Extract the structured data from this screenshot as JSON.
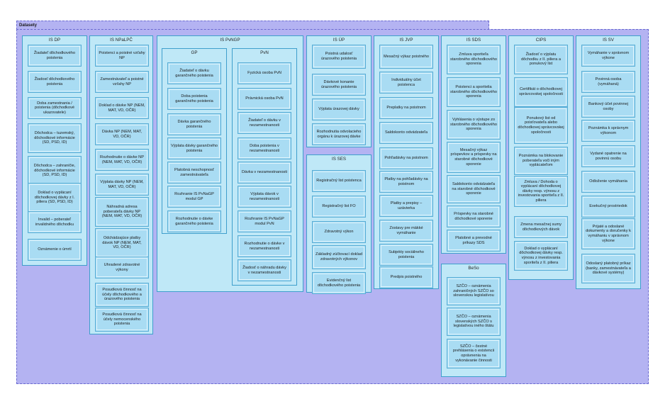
{
  "frame_title": "Datasety",
  "groups": [
    {
      "title": "IS DP",
      "items": [
        "Žiadateľ dôchodkového poistenia",
        "Žiadosť dôchodkového poistenia",
        "Doba zamestnania / poistenia (dôchodkové ukazovatele)",
        "Dôchodca – tuzemský, dôchodkové informácie (SD, PSD, ID)",
        "Dôchodca – zahraničie, dôchodkové informácie (SD, PSD, ID)",
        "Doklad o vyplácaní dôchodkovej dávky z I. piliera (SD, PSD, ID)",
        "Invalid – poberateľ invalidného dôchodku",
        "Oznámenie o úmrtí"
      ]
    },
    {
      "title": "IS NPaLPČ",
      "items": [
        "Poistenci a poistné vzťahy NP",
        "Zamestnávateľ a poistné vzťahy NP",
        "Doklad o dávke NP (NEM, MAT, VD, OČR)",
        "Dávka NP (NEM, MAT, VD, OČR)",
        "Rozhodnutie o dávke NP (NEM, MAT, VD, OČR)",
        "Výplata dávky NP (NEM, MAT, VD, OČR)",
        "Náhradná adresa poberateľa dávky NP (NEM, MAT, VD, OČR)",
        "Odchádzajúce platby dávok NP (NEM, MAT, VD, OČR)",
        "Uhradené zdravotné výkony",
        "Posudková činnosť na účely dôchodkového a úrazového poistenia",
        "Posudková činnosť na účely nemocenského poistenia"
      ]
    },
    {
      "title": "IS PvNGP",
      "subgroups": [
        {
          "title": "GP",
          "items": [
            "Žiadateľ o dávku garančného poistenia",
            "Doba poistenia garančného poistenia",
            "Dávka garančného poistenia",
            "Výplata dávky garančného poistenia",
            "Platobná neschopnosť zamestnávateľa",
            "Rozhranie IS PvNaGP modul GP",
            "Rozhodnutie o dávke garančného poistenia"
          ]
        },
        {
          "title": "PvN",
          "items": [
            "Fyzická osoba PvN",
            "Právnická osoba PvN",
            "Žiadateľ o dávku v nezamestnanosti",
            "Doba poistenia v nezamestnanosti",
            "Dávka v nezamestnanosti",
            "Výplata dávok v nezamestnanosti",
            "Rozhranie IS PvNaGP modul PvN",
            "Rozhodnutie o dávke v nezamestnanosti",
            "Žiadosť o náhradu dávky v nezamestnanosti"
          ]
        }
      ]
    },
    {
      "title": "IS ÚP",
      "items": [
        "Poistná udalosť úrazového poistenia",
        "Dávkové konanie úrazového poistenia",
        "Výplata úrazovej dávky",
        "Rozhodnutia odvolacieho orgánu k úrazovej dávke"
      ]
    },
    {
      "title": "IS SES",
      "items": [
        "Registračný list poistenca",
        "Registračný list FO",
        "Zdravotný výkon",
        "Základný zúčtovací doklad zdravotných výkonov",
        "Evidenčný list dôchodkového poistenia"
      ]
    },
    {
      "title": "IS JVP",
      "items": [
        "Mesačný výkaz poistného",
        "Individuálny účet poistenca",
        "Preplatky na poistnom",
        "Saldokonto odvádzateľa",
        "Pohľadávky na poistnom",
        "Platby na pohľadávky na poistnom",
        "Platby a prepisy – uzávierka",
        "Zostavy pre mäkké vymáhanie",
        "Subjekty sociálneho poistenia",
        "Predpis poistného"
      ]
    },
    {
      "title": "IS SDS",
      "items": [
        "Zmluva sporiteľa starobného dôchodkového sporenia",
        "Poistenci a sporitelia starobného dôchodkového sporenia",
        "Vyhlásenia o výstupe zo starobného dôchodkového sporenia",
        "Mesačný výkaz príspevkov a príspevky na starobné dôchodkové sporenie",
        "Saldokonto odvádzateľa na starobné dôchodkové sporenie",
        "Príspevky na starobné dôchodkové sporenie",
        "Platobné a prevodné príkazy SDS"
      ]
    },
    {
      "title": "BeSo",
      "items": [
        "SZČO – oznámenia zahraničných SZČO so slovenskou legislatívou",
        "SZČO – oznámenia slovenských SZČO s legislatívou iného štátu",
        "SZČO – čestné prehlásenia o existencii oprávnenia na vykonávanie činnosti"
      ]
    },
    {
      "title": "CIPS",
      "items": [
        "Žiadosť o výplatu dôchodku z II. piliera a ponukový list",
        "Certifikát o dôchodkovej správcovskej spoločnosti",
        "Ponukový list od poisťovateľa alebo dôchodkovej správcovskej spoločnosti",
        "Poznámka na blokovanie poberateľa voči iným vyplácateľom",
        "Zmluva / Dohoda o vyplácaní dôchodkovej dávky resp. výnosu z investovania sporiteľa z II. piliera",
        "Zmena mesačnej sumy dôchodkových dávok",
        "Doklad o vyplácaní dôchodkovej dávky resp. výnosu z investovania sporiteľa z II. piliera"
      ]
    },
    {
      "title": "IS SV",
      "items": [
        "Vymáhanie v správnom výkone",
        "Povinná osoba (vymáhaná)",
        "Bankový účet povinnej osoby",
        "Poznámka k správnym výkonom",
        "Vydané opatrenie na povinnú osobu",
        "Odloženie vymáhania",
        "Exekučný prostriedok",
        "Prijaté a odoslané dokumenty a doručenky k vymáhaniu v správnom výkone",
        "Odoslaný platobný príkaz (banky, zamestnávateľa a dávkové systémy)"
      ]
    }
  ]
}
